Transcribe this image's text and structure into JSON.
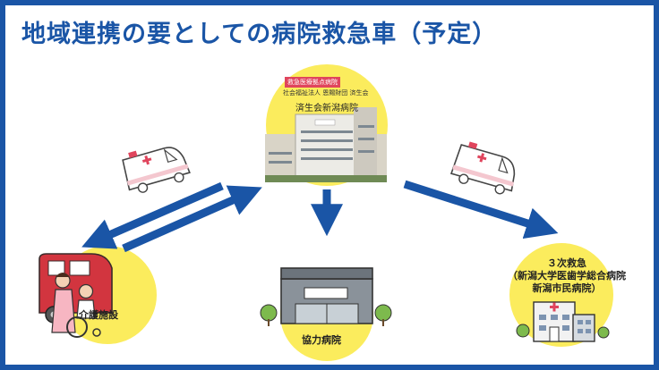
{
  "title": "地域連携の要としての病院救急車（予定）",
  "center_hospital": {
    "tag": "救急医療拠点病院",
    "corporation": "社会福祉法人 恩賜財団 済生会",
    "name": "済生会新潟病院"
  },
  "nodes": {
    "care_facility": "介護施設",
    "cooperating_hospital": "協力病院",
    "tertiary_lines": [
      "３次救急",
      "（新潟大学医歯学総合病院",
      "新潟市民病院）"
    ]
  },
  "colors": {
    "brand_blue": "#1a55a6",
    "circle_yellow": "#fbec5d",
    "ambulance_red": "#e0455d"
  }
}
